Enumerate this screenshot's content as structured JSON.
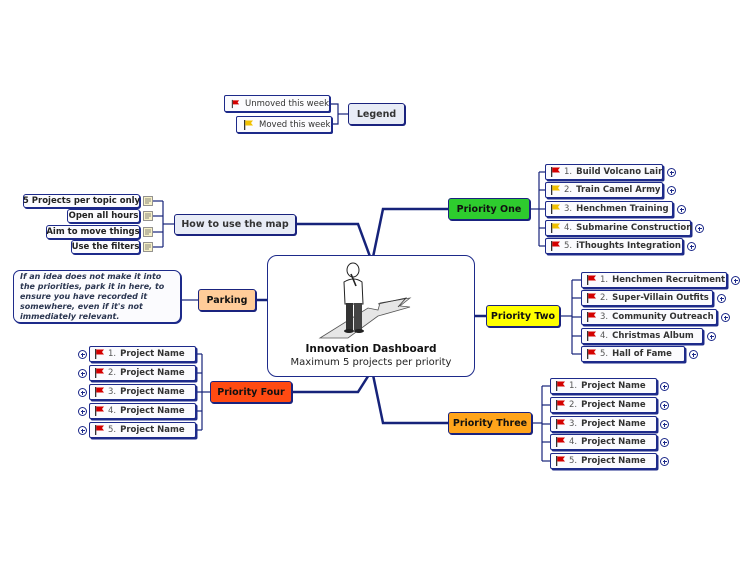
{
  "colors": {
    "link": "#16237a",
    "flag_red": "#d40000",
    "flag_yellow": "#f0c000",
    "priority_one": "#2ecc2e",
    "priority_two": "#ffff00",
    "priority_three": "#ffa41b",
    "priority_four": "#ff4a12",
    "parking": "#ffcc99",
    "how_to": "#e8ecf6"
  },
  "legend": {
    "title": "Legend",
    "unmoved": {
      "label": "Unmoved this week",
      "icon": "red-flag-icon"
    },
    "moved": {
      "label": "Moved this week",
      "icon": "yellow-flag-icon"
    }
  },
  "center": {
    "title": "Innovation Dashboard",
    "subtitle": "Maximum 5 projects per priority",
    "icon": "thinking-man-crossroads-icon"
  },
  "how_to": {
    "label": "How to use the map",
    "tips": [
      "5 Projects per topic only",
      "Open all hours",
      "Aim to move things",
      "Use the filters"
    ],
    "tip_icon": "note-icon"
  },
  "parking": {
    "label": "Parking",
    "note": "If an idea does not make it into the priorities, park it in here, to ensure you have recorded it somewhere, even if it's not immediately relevant."
  },
  "priority_one": {
    "label": "Priority One",
    "items": [
      {
        "num": "1.",
        "text": "Build Volcano Lair",
        "flag": "red"
      },
      {
        "num": "2.",
        "text": "Train Camel Army",
        "flag": "yellow"
      },
      {
        "num": "3.",
        "text": "Henchmen Training",
        "flag": "yellow"
      },
      {
        "num": "4.",
        "text": "Submarine Construction",
        "flag": "yellow"
      },
      {
        "num": "5.",
        "text": "iThoughts Integration",
        "flag": "red"
      }
    ]
  },
  "priority_two": {
    "label": "Priority Two",
    "items": [
      {
        "num": "1.",
        "text": "Henchmen Recruitment",
        "flag": "red"
      },
      {
        "num": "2.",
        "text": "Super-Villain Outfits",
        "flag": "red"
      },
      {
        "num": "3.",
        "text": "Community Outreach",
        "flag": "red"
      },
      {
        "num": "4.",
        "text": "Christmas Album",
        "flag": "red"
      },
      {
        "num": "5.",
        "text": "Hall of Fame",
        "flag": "red"
      }
    ]
  },
  "priority_three": {
    "label": "Priority Three",
    "items": [
      {
        "num": "1.",
        "text": "Project Name",
        "flag": "red"
      },
      {
        "num": "2.",
        "text": "Project Name",
        "flag": "red"
      },
      {
        "num": "3.",
        "text": "Project Name",
        "flag": "red"
      },
      {
        "num": "4.",
        "text": "Project Name",
        "flag": "red"
      },
      {
        "num": "5.",
        "text": "Project Name",
        "flag": "red"
      }
    ]
  },
  "priority_four": {
    "label": "Priority Four",
    "items": [
      {
        "num": "1.",
        "text": "Project Name",
        "flag": "red"
      },
      {
        "num": "2.",
        "text": "Project Name",
        "flag": "red"
      },
      {
        "num": "3.",
        "text": "Project Name",
        "flag": "red"
      },
      {
        "num": "4.",
        "text": "Project Name",
        "flag": "red"
      },
      {
        "num": "5.",
        "text": "Project Name",
        "flag": "red"
      }
    ]
  }
}
